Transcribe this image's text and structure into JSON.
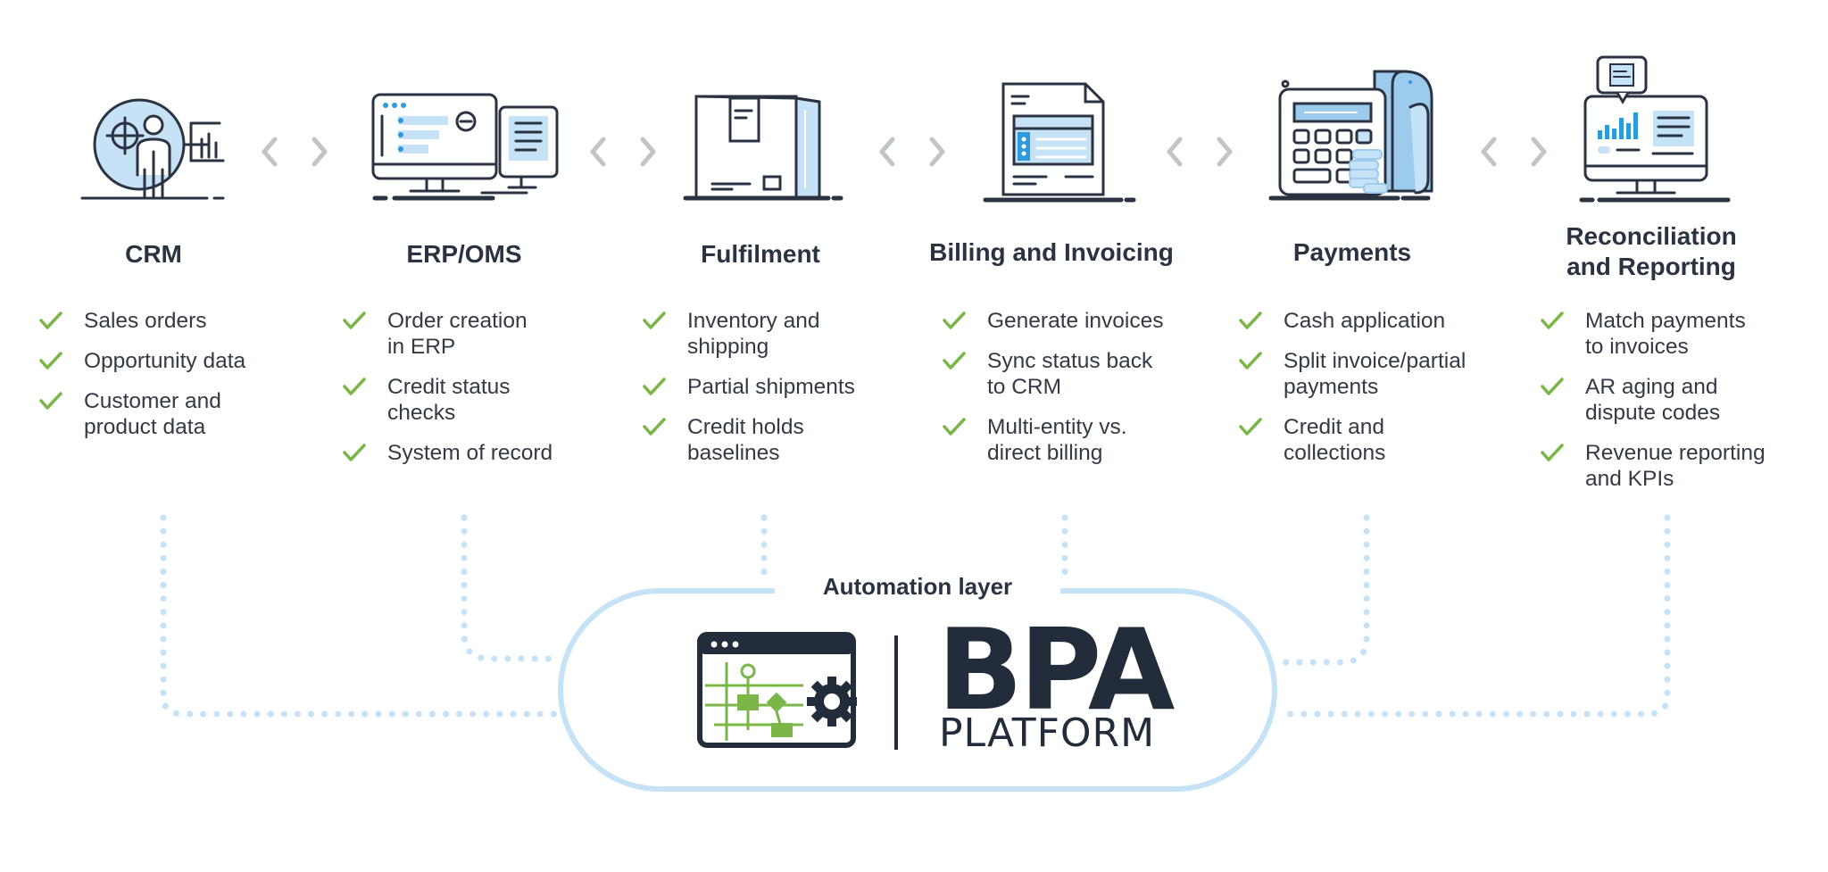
{
  "colors": {
    "dark": "#2b3342",
    "light_blue": "#c5e2f7",
    "mid_blue": "#9ccbee",
    "accent_blue": "#2d9bdb",
    "check_green": "#7ab648",
    "arrow_gray": "#c2c5c8",
    "dots_blue": "#c5e2f7"
  },
  "stages": [
    {
      "title": "CRM",
      "icon": "crm-person-target-icon",
      "items": [
        "Sales orders",
        "Opportunity data",
        "Customer and\nproduct data"
      ]
    },
    {
      "title": "ERP/OMS",
      "icon": "erp-monitors-icon",
      "items": [
        "Order creation\nin ERP",
        "Credit status\nchecks",
        "System of record"
      ]
    },
    {
      "title": "Fulfilment",
      "icon": "fulfilment-box-icon",
      "items": [
        "Inventory and\nshipping",
        "Partial shipments",
        "Credit holds\nbaselines"
      ]
    },
    {
      "title": "Billing and Invoicing",
      "icon": "invoice-document-icon",
      "items": [
        "Generate invoices",
        "Sync status back\nto CRM",
        "Multi-entity vs.\ndirect billing"
      ]
    },
    {
      "title": "Payments",
      "icon": "calculator-coins-icon",
      "items": [
        "Cash application",
        "Split invoice/partial\npayments",
        "Credit and\ncollections"
      ]
    },
    {
      "title": "Reconciliation\nand Reporting",
      "icon": "reporting-monitor-icon",
      "items": [
        "Match payments\nto invoices",
        "AR aging and\ndispute codes",
        "Revenue reporting\nand KPIs"
      ]
    }
  ],
  "arrows": {
    "left_icon": "chevron-left-icon",
    "right_icon": "chevron-right-icon"
  },
  "automation": {
    "label": "Automation layer",
    "brand": "BPA",
    "sub": "PLATFORM",
    "logo_icon": "workflow-gear-window-icon"
  }
}
